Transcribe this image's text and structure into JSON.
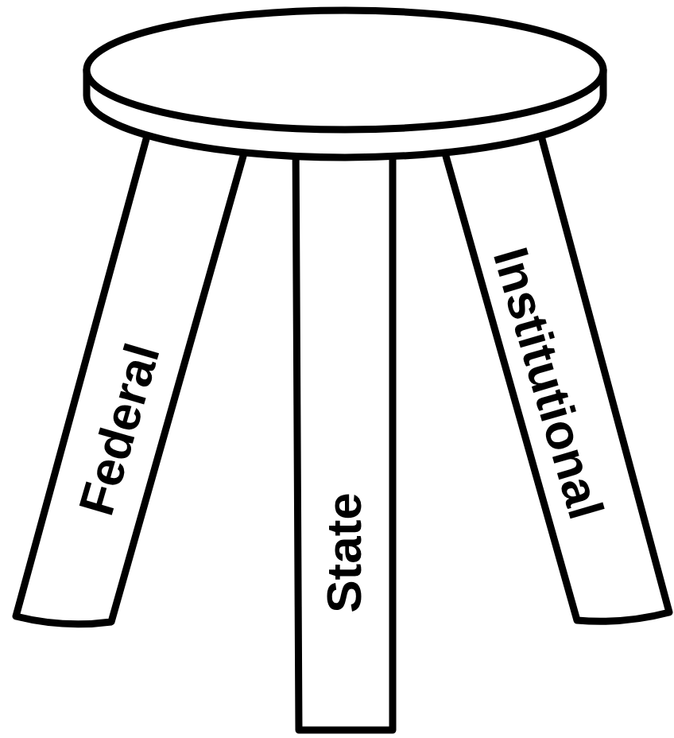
{
  "diagram": {
    "labels": [
      "Federal",
      "State",
      "Institutional"
    ]
  }
}
